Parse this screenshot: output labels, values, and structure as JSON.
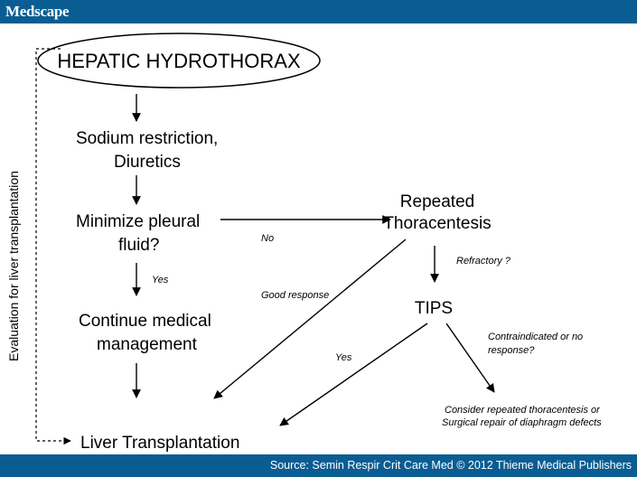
{
  "header": {
    "brand": "Medscape"
  },
  "footer": {
    "source": "Source: Semin Respir Crit Care Med © 2012 Thieme Medical Publishers"
  },
  "diagram": {
    "start": "HEPATIC HYDROTHORAX",
    "sodium_line1": "Sodium restriction,",
    "sodium_line2": "Diuretics",
    "minimize_line1": "Minimize pleural",
    "minimize_line2": "fluid?",
    "continue_line1": "Continue medical",
    "continue_line2": "management",
    "transplant": "Liver Transplantation",
    "repeated_line1": "Repeated",
    "repeated_line2": "Thoracentesis",
    "tips": "TIPS",
    "side_label": "Evaluation for liver transplantation",
    "edge_no": "No",
    "edge_yes1": "Yes",
    "edge_refractory": "Refractory ?",
    "edge_good": "Good response",
    "edge_yes2": "Yes",
    "edge_contra_line1": "Contraindicated or no",
    "edge_contra_line2": "response?",
    "consider_line1": "Consider repeated thoracentesis or",
    "consider_line2": "Surgical repair of diaphragm defects"
  }
}
